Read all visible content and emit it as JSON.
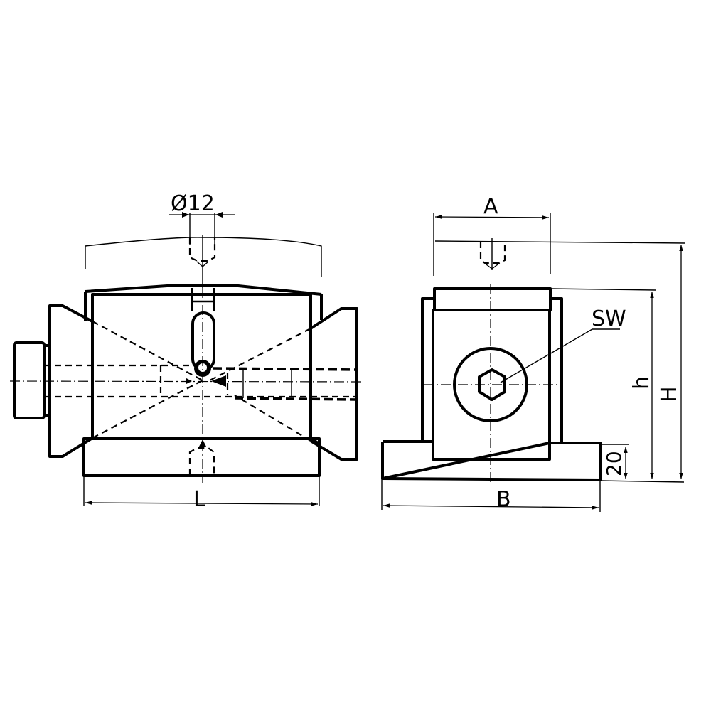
{
  "drawing": {
    "type": "technical engineering drawing",
    "views": [
      {
        "name": "front-view",
        "description": "V-block clamp front view with hidden bore and slot"
      },
      {
        "name": "side-view",
        "description": "side view with hex socket screw and base"
      }
    ]
  },
  "labels": {
    "bore_diameter": "Ø12",
    "length": "L",
    "width_top": "A",
    "base_width": "B",
    "wrench_size": "SW",
    "height_body": "h",
    "height_total": "H",
    "base_height": "20"
  },
  "colors": {
    "line": "#000000",
    "background": "#ffffff"
  }
}
